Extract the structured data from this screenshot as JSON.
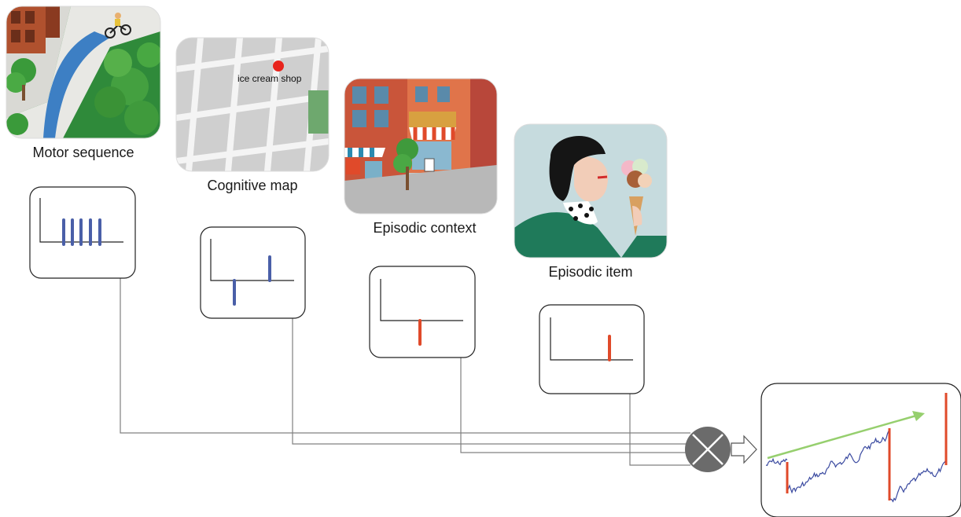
{
  "panels": {
    "motor": {
      "caption": "Motor sequence"
    },
    "cognitive": {
      "caption": "Cognitive map",
      "map_label": "ice cream shop"
    },
    "context": {
      "caption": "Episodic context"
    },
    "item": {
      "caption": "Episodic item"
    }
  },
  "colors": {
    "blue_spike": "#4a5fa8",
    "red_spike": "#e04a2a",
    "trace": "#3a4aa0",
    "trend_arrow": "#96cf6e",
    "gate": "#6b6b6b",
    "wire": "#808080"
  }
}
